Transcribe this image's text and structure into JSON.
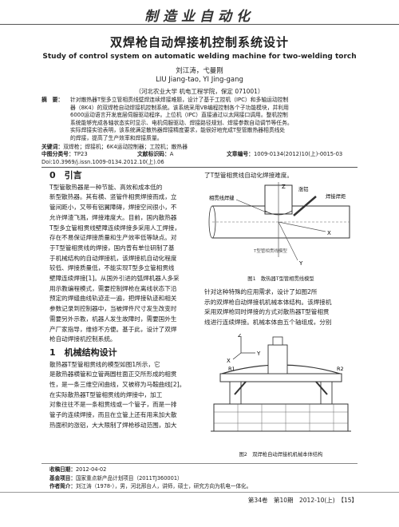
{
  "journal": {
    "logo": "制造业自动化"
  },
  "paper": {
    "title_cn": "双焊枪自动焊接机控制系统设计",
    "title_en": "Study of control system on automatic welding machine for two-welding torch",
    "authors_cn": "刘江涛，弋曼刚",
    "authors_en": "LIU Jiang-tao, YI Jing-gang",
    "affiliation": "（河北农业大学 机电工程学院，保定 071001）",
    "abstract_label": "摘　要：",
    "abstract_lines": [
      "针对散热器T型多立管相贯线壁焊连续焊接难题，设计了基于工控机（IPC）和多轴运动控制",
      "器（8K4）的双焊枪自动焊接机控制系统。该系统采用VB编程控制各个子功能模块，并利用",
      "6000运动语言开发底层伺服驱动程序。上位机（IPC）直接通过以太网接口调用。整机控制",
      "系统能够完成各轴状态实时显示、电机伺服驱动、焊接路径规划、焊接参数自动调节等任务。",
      "实际焊接实验表明，该系统满足散热器焊接精度要求，能很好地完成T型管散热器相贯线处",
      "的焊接，提高了生产效率和焊接质量。"
    ],
    "keywords_label": "关键词：",
    "keywords": "双焊枪；焊接机；6K4运动控制器；工控机；散热器",
    "clc_label": "中图分类号：",
    "clc": "TP23",
    "doc_label": "文献标识码：",
    "doc": "A",
    "article_label": "文章编号：",
    "article": "1009-0134(2012)10(上)-0015-03",
    "doi": "Doi:10.3969/j.issn.1009-0134.2012.10(上).06"
  },
  "left_column": {
    "section0_heading": "0　引言",
    "section0_lines": [
      "T型管散热器是一种节能、高效和成本低的",
      "新型散热器。其有横、竖管件相贯焊接而成，立",
      "管间距小，又带有铝翼障碍，焊接空间很小，不",
      "允许焊渣飞溅，焊接难度大。目前，国内散热器",
      "T型多立管相贯线壁障连续焊接多采用人工焊接，",
      "存在不易保证焊接质量和生产效率低等缺点。对",
      "于T型管相贯线的焊接，国内曾有单位研制了基",
      "于机械结构的自动焊接机，该焊接机自动化程度",
      "较低、焊接质量低，不能实现T型多立管相贯线",
      "壁障连续焊接[1]。从国外引进的弧焊机器人多采",
      "用示教编程模式，需要控制焊枪在离线状态下沿",
      "预定的焊缝曲线轨迹走一遍，把焊接轨迹和相关",
      "参数记录到控制器中，当被焊件尺寸发生改变时",
      "需要另外示教，机器人发生故障时，需要国外生",
      "产厂家指导，维修不方便。基于此，设计了双焊",
      "枪自动焊接机控制系统。"
    ],
    "section1_heading": "1　机械结构设计",
    "section1_lines": [
      "散热器T型管相贯线的模型如图1所示，它",
      "是散热器横管和立管两圆柱面正交所形成的相贯",
      "性，是一条三维空间曲线，又被称为马鞍曲线[2]。",
      "在实际散热器T型管相贯线的焊接中，加工",
      "对象往往不是一条相贯线或一个管子，而是一排",
      "管子的连续焊接，而且在立管上还有用来加大散",
      "热面积的涨铝，大大限制了焊枪移动范围，加大"
    ]
  },
  "right_column": {
    "intro_line": "了T型管相贯线自动化焊接难度。",
    "fig1": {
      "label_weld_line": "相贯线焊缝",
      "label_riser": "涨铝",
      "label_torch": "焊接焊炬",
      "axis_z": "Z",
      "axis_x": "X",
      "axis_y": "Y",
      "inner_caption": "T型管相贯线模型",
      "caption": "图1　散热器T型管相贯线模型"
    },
    "para_lines": [
      "针对这种特殊的应用需求，设计了如图2所",
      "示的双焊枪自动焊接机机械本体结构。该焊接机",
      "采用双焊枪同时焊接的方式对散热器T型管相贯",
      "线进行连续焊接。机械本体由五个轴组成，分别"
    ],
    "fig2": {
      "axis_x": "X",
      "axis_y": "Y",
      "axis_z": "Z",
      "label_r1": "R1",
      "label_r2": "R2",
      "caption": "图2　双焊枪自动焊接机机械本体结构"
    }
  },
  "footer": {
    "received_label": "收稿日期：",
    "received": "2012-04-02",
    "fund_label": "基金项目：",
    "fund": "国家重点新产品计划项目（2011TJ360001）",
    "author_label": "作者简介：",
    "author": "刘江涛（1978-），男，河北邢台人，讲师，硕士，研究方向为机电一体化。",
    "page_info": "第34卷　第10期　2012-10(上)　【15】"
  }
}
